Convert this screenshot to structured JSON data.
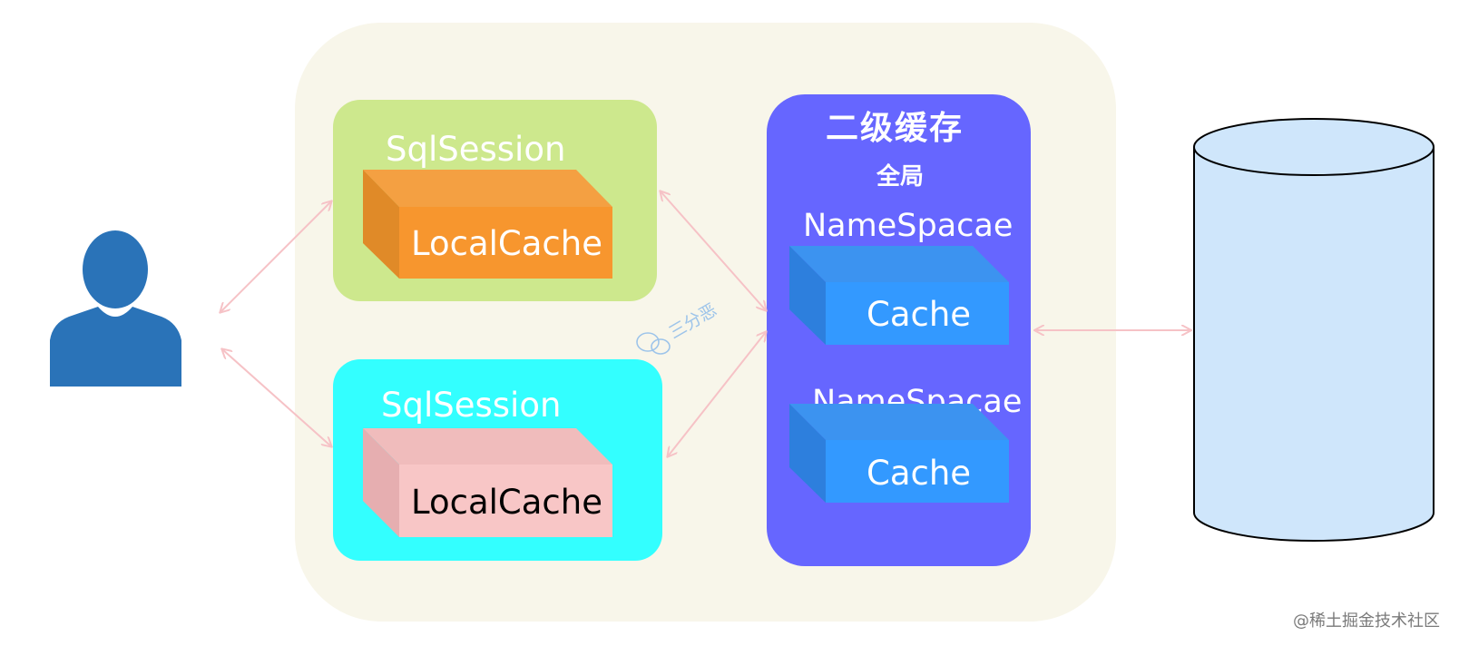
{
  "level2": {
    "title": "二级缓存",
    "scope": "全局",
    "namespaces": [
      {
        "label": "NameSpacae",
        "cache": "Cache"
      },
      {
        "label": "NameSpacae",
        "cache": "Cache"
      }
    ]
  },
  "sessions": [
    {
      "label": "SqlSession",
      "cache": "LocalCache"
    },
    {
      "label": "SqlSession",
      "cache": "LocalCache"
    }
  ],
  "stamp": "三分恶",
  "watermark": "@稀土掘金技术社区",
  "colors": {
    "container": "#f8f6ea",
    "session1": "#cde88d",
    "session2": "#33ffff",
    "level2": "#6666ff",
    "cache_orange": "#f7962e",
    "cache_pink": "#f8c6c6",
    "cache_blue": "#3399ff",
    "database": "#cfe6fb",
    "user": "#2a73b8",
    "arrow": "#f6c2c6"
  }
}
